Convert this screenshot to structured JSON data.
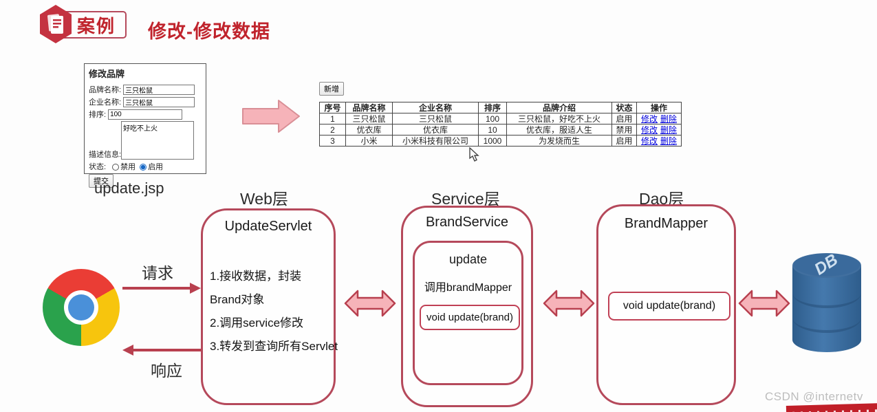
{
  "header": {
    "badge_label": "案例",
    "title": "修改-修改数据"
  },
  "form": {
    "title": "修改品牌",
    "fields": [
      {
        "label": "品牌名称:",
        "value": "三只松鼠"
      },
      {
        "label": "企业名称:",
        "value": "三只松鼠"
      },
      {
        "label": "排序:",
        "value": "100"
      }
    ],
    "textarea": {
      "label": "描述信息:",
      "value": "好吃不上火"
    },
    "status": {
      "label": "状态:",
      "options": [
        {
          "label": "禁用",
          "checked": false
        },
        {
          "label": "启用",
          "checked": true
        }
      ]
    },
    "submit_label": "提交"
  },
  "table_panel": {
    "add_button": "新增",
    "headers": [
      "序号",
      "品牌名称",
      "企业名称",
      "排序",
      "品牌介绍",
      "状态",
      "操作"
    ],
    "rows": [
      {
        "cells": [
          "1",
          "三只松鼠",
          "三只松鼠",
          "100",
          "三只松鼠，好吃不上火",
          "启用"
        ],
        "actions": [
          "修改",
          "删除"
        ]
      },
      {
        "cells": [
          "2",
          "优衣库",
          "优衣库",
          "10",
          "优衣库，服适人生",
          "禁用"
        ],
        "actions": [
          "修改",
          "删除"
        ]
      },
      {
        "cells": [
          "3",
          "小米",
          "小米科技有限公司",
          "1000",
          "为发烧而生",
          "启用"
        ],
        "actions": [
          "修改",
          "删除"
        ]
      }
    ]
  },
  "diagram": {
    "jsp_label": "update.jsp",
    "request_label": "请求",
    "response_label": "响应",
    "web_layer": {
      "title": "Web层",
      "class_name": "UpdateServlet",
      "steps": [
        "1.接收数据，封装Brand对象",
        "2.调用service修改",
        "3.转发到查询所有Servlet"
      ]
    },
    "service_layer": {
      "title": "Service层",
      "class_name": "BrandService",
      "method_name": "update",
      "call_text": "调用brandMapper",
      "inner_method": "void update(brand)"
    },
    "dao_layer": {
      "title": "Dao层",
      "class_name": "BrandMapper",
      "method": "void update(brand)"
    },
    "db_label": "DB"
  },
  "watermark": "CSDN @internetv",
  "colors": {
    "accent_red": "#b5495b",
    "title_red": "#c0232c",
    "arrow_fill": "#f6b3b9",
    "link_blue": "#0000dd",
    "db_blue": "#3a6fa5"
  }
}
